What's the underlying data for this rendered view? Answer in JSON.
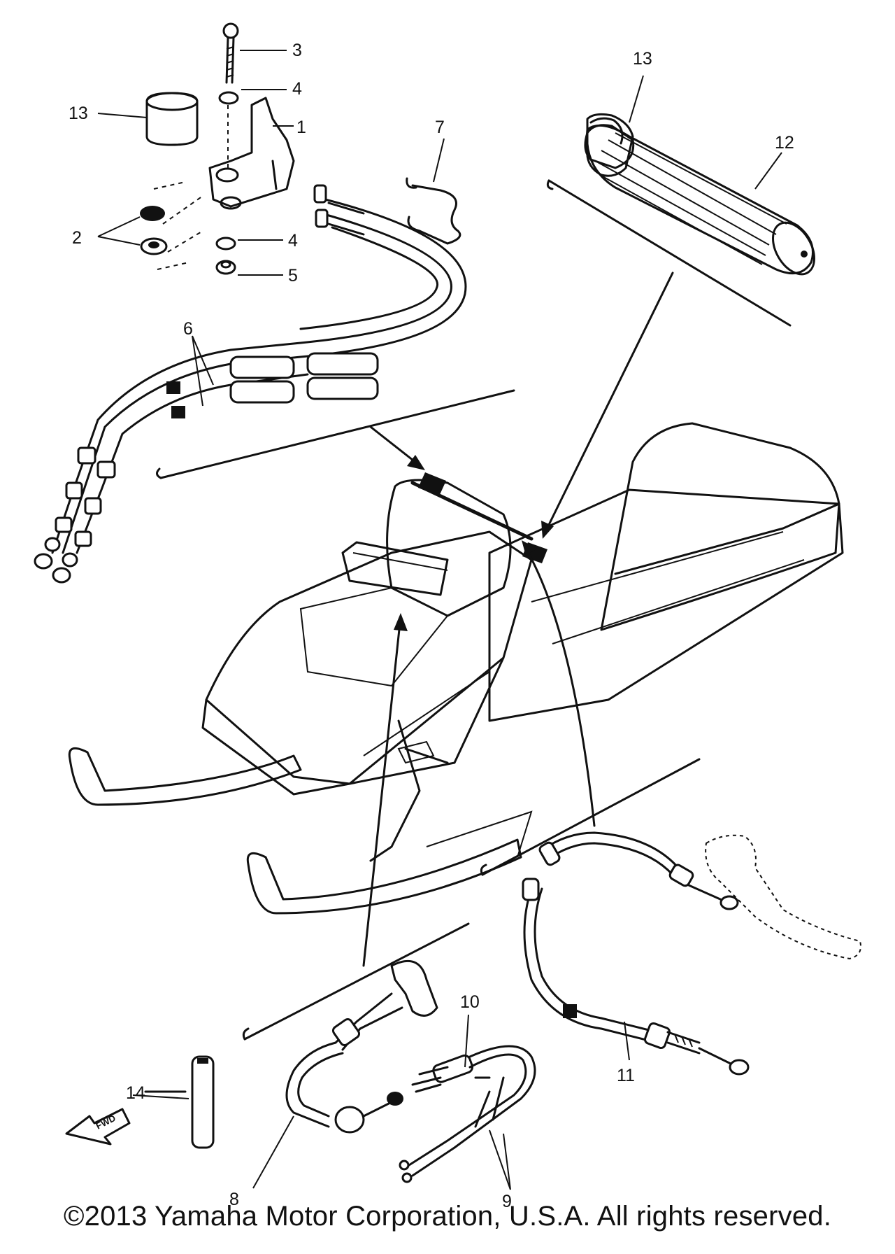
{
  "diagram": {
    "callouts": {
      "c1": "1",
      "c2": "2",
      "c3": "3",
      "c4a": "4",
      "c4b": "4",
      "c5": "5",
      "c6": "6",
      "c7": "7",
      "c8": "8",
      "c9": "9",
      "c10": "10",
      "c11": "11",
      "c12": "12",
      "c13a": "13",
      "c13b": "13",
      "c14": "14"
    },
    "fwd_arrow_text": "FWD"
  },
  "footer": {
    "copyright": "©2013 Yamaha Motor Corporation, U.S.A. All rights reserved."
  }
}
